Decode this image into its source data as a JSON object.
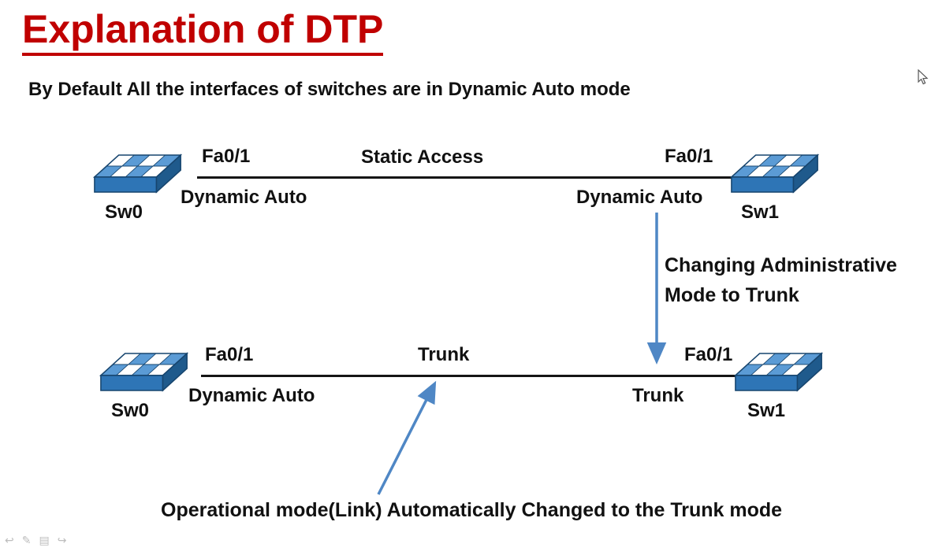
{
  "page": {
    "title": "Explanation of DTP",
    "subtitle": "By Default All the interfaces of switches are in Dynamic Auto mode"
  },
  "colors": {
    "title_red": "#c00000",
    "arrow_blue": "#4f87c5",
    "switch_front_blue": "#2e75b6",
    "switch_side_blue": "#1f5a8c",
    "link_black": "#151515"
  },
  "top_diagram": {
    "link_label": "Static Access",
    "left": {
      "name": "Sw0",
      "port": "Fa0/1",
      "mode": "Dynamic Auto"
    },
    "right": {
      "name": "Sw1",
      "port": "Fa0/1",
      "mode": "Dynamic Auto"
    }
  },
  "bottom_diagram": {
    "link_label": "Trunk",
    "left": {
      "name": "Sw0",
      "port": "Fa0/1",
      "mode": "Dynamic Auto"
    },
    "right": {
      "name": "Sw1",
      "port": "Fa0/1",
      "mode": "Trunk"
    }
  },
  "annotations": {
    "admin_change_line1": "Changing Administrative",
    "admin_change_line2": "Mode to Trunk",
    "operational_change": "Operational mode(Link) Automatically Changed to the Trunk mode"
  },
  "toolbar": {
    "icons": [
      {
        "name": "back-arrow-icon",
        "glyph": "↩"
      },
      {
        "name": "pen-icon",
        "glyph": "✎"
      },
      {
        "name": "slides-icon",
        "glyph": "▤"
      },
      {
        "name": "forward-arrow-icon",
        "glyph": "↪"
      }
    ]
  }
}
